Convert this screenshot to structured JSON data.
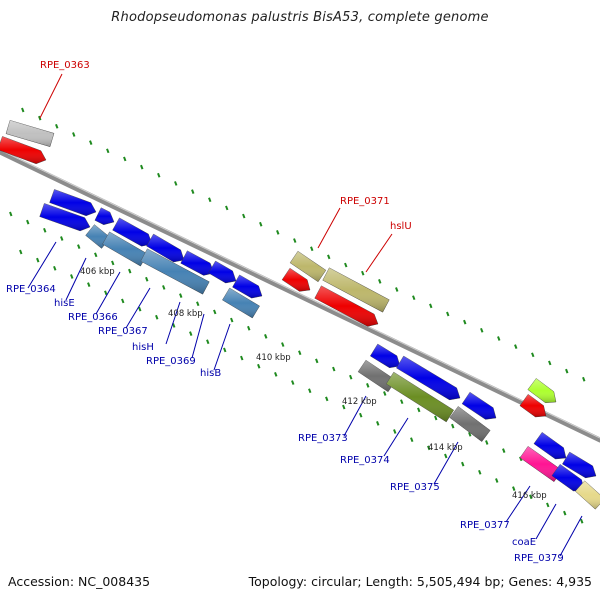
{
  "title": "Rhodopseudomonas palustris BisA53, complete genome",
  "footer": {
    "accession": "Accession: NC_008435",
    "summary": "Topology: circular; Length: 5,505,494 bp; Genes: 4,935"
  },
  "colors": {
    "backbone": "#8c8c8c",
    "tick": "#1f8a1f",
    "label_red": "#cc0000",
    "label_blue": "#0000aa",
    "gene_blue": "#0000e6",
    "gene_steel": "#4682b4",
    "gene_red": "#ee0000",
    "gene_khaki": "#bdb76b",
    "gene_olive": "#6b8e23",
    "gene_gray": "#707070",
    "gene_silver": "#c0c0c0",
    "gene_lime": "#adff2f",
    "gene_magenta": "#ff1493",
    "gene_pale": "#e6d98a"
  },
  "scale_ticks": [
    "406 kbp",
    "408 kbp",
    "410 kbp",
    "412 kbp",
    "414 kbp",
    "416 kbp"
  ],
  "gene_labels": [
    {
      "text": "RPE_0363",
      "color": "red"
    },
    {
      "text": "RPE_0371",
      "color": "red"
    },
    {
      "text": "hslU",
      "color": "red"
    },
    {
      "text": "RPE_0364",
      "color": "blue"
    },
    {
      "text": "hisE",
      "color": "blue"
    },
    {
      "text": "RPE_0366",
      "color": "blue"
    },
    {
      "text": "RPE_0367",
      "color": "blue"
    },
    {
      "text": "hisH",
      "color": "blue"
    },
    {
      "text": "RPE_0369",
      "color": "blue"
    },
    {
      "text": "hisB",
      "color": "blue"
    },
    {
      "text": "RPE_0373",
      "color": "blue"
    },
    {
      "text": "RPE_0374",
      "color": "blue"
    },
    {
      "text": "RPE_0375",
      "color": "blue"
    },
    {
      "text": "RPE_0377",
      "color": "blue"
    },
    {
      "text": "coaE",
      "color": "blue"
    },
    {
      "text": "RPE_0379",
      "color": "blue"
    }
  ]
}
